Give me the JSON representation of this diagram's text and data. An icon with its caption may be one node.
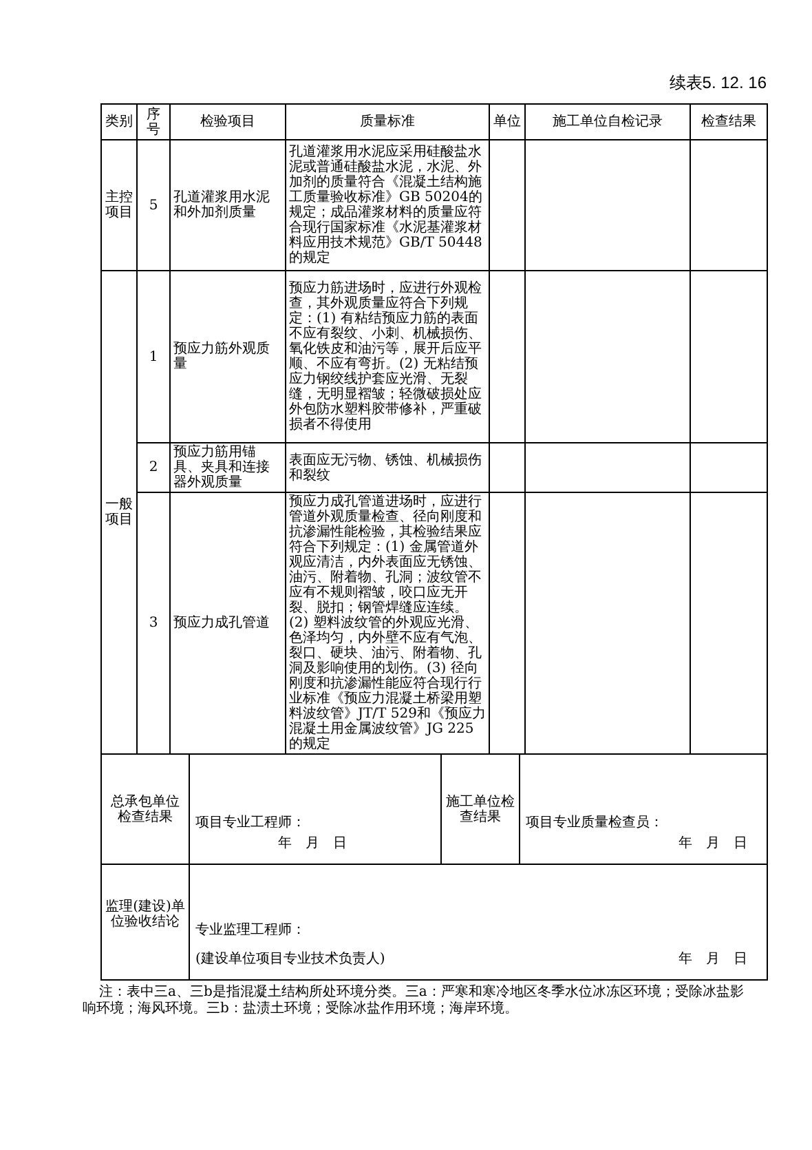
{
  "diagram": {
    "labels": [
      "续表5. 12. 16",
      "类别",
      "序号",
      "检验项目",
      "质量标准",
      "单位",
      "施工单位自检记录",
      "检查结果",
      "主控项目",
      "5",
      "孔道灌浆用水泥和外加剂质量",
      "孔道灌浆用水泥应采用硅酸盐水泥或普通硅酸盐水泥，水泥、外加剂的质量符合《混凝土结构施工质量验收标准》GB 50204的规定；成品灌浆材料的质量应符合现行国家标准《水泥基灌浆材料应用技术规范》GB/T 50448的规定",
      "一般项目",
      "1",
      "预应力筋外观质量",
      "预应力筋进场时，应进行外观检查，其外观质量应符合下列规定：(1) 有粘结预应力筋的表面不应有裂纹、小刺、机械损伤、氧化铁皮和油污等，展开后应平顺、不应有弯折。(2) 无粘结预应力钢绞线护套应光滑、无裂缝，无明显褶皱；轻微破损处应外包防水塑料胶带修补，严重破损者不得使用",
      "2",
      "预应力筋用锚具、夹具和连接器外观质量",
      "表面应无污物、锈蚀、机械损伤和裂纹",
      "3",
      "预应力成孔管道",
      "预应力成孔管道进场时，应进行管道外观质量检查、径向刚度和抗渗漏性能检验，其检验结果应符合下列规定：(1) 金属管道外观应清洁，内外表面应无锈蚀、油污、附着物、孔洞；波纹管不应有不规则褶皱，咬口应无开裂、脱扣；钢管焊缝应连续。(2) 塑料波纹管的外观应光滑、色泽均匀，内外壁不应有气泡、裂口、硬块、油污、附着物、孔洞及影响使用的划伤。(3) 径向刚度和抗渗漏性能应符合现行行业标准《预应力混凝土桥梁用塑料波纹管》JT/T 529和《预应力混凝土用金属波纹管》JG 225的规定",
      "总承包单位检查结果",
      "项目专业工程师：",
      "年　月　日",
      "施工单位检查结果",
      "项目专业质量检查员：",
      "年　月　日",
      "监理(建设)单位验收结论",
      "专业监理工程师：",
      "(建设单位项目专业技术负责人)",
      "年　月　日",
      "注：表中三a、三b是指混凝土结构所处环境分类。三a：严寒和寒冷地区冬季水位冰冻区环境；受除冰盐影响环境；海风环境。三b：盐渍土环境；受除冰盐作用环境；海岸环境。"
    ]
  }
}
